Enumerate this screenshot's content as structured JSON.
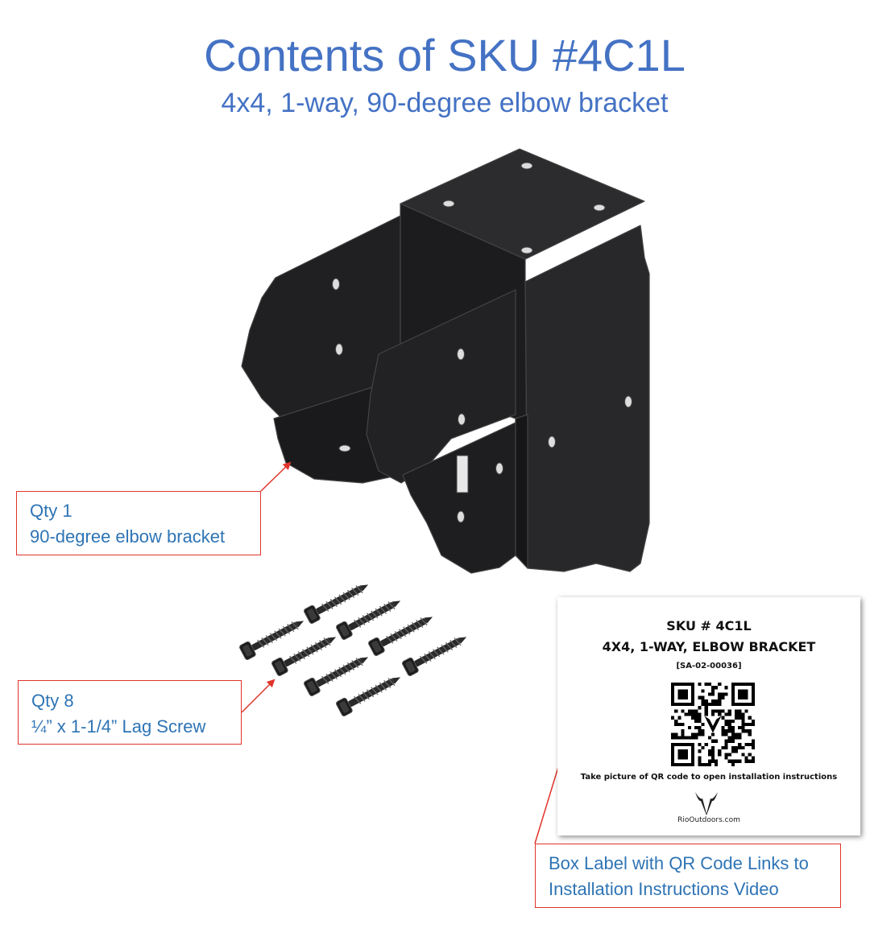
{
  "header": {
    "title": "Contents of SKU #4C1L",
    "subtitle": "4x4, 1-way, 90-degree elbow bracket"
  },
  "callouts": {
    "bracket": {
      "line1": "Qty 1",
      "line2": "90-degree elbow bracket"
    },
    "screws": {
      "line1": "Qty 8",
      "line2": "¼” x 1-1/4” Lag Screw"
    },
    "label": {
      "line1": "Box Label with QR Code Links to",
      "line2": "Installation Instructions Video"
    }
  },
  "box_label": {
    "sku": "SKU # 4C1L",
    "product": "4X4, 1-WAY, ELBOW BRACKET",
    "part_number": "[SA-02-00036]",
    "instruction": "Take picture of QR code to open installation instructions",
    "website": "RioOutdoors.com"
  },
  "colors": {
    "heading": "#4472c4",
    "callout_text": "#2e74b5",
    "callout_border": "#e0342b",
    "bracket": "#1c1c1e"
  },
  "icons": [
    "qr-code-icon",
    "bull-logo-icon",
    "arrow-icon"
  ]
}
